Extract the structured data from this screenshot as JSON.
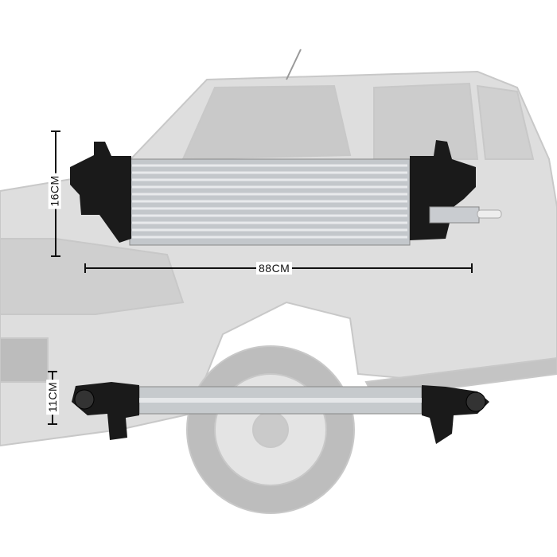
{
  "dimensions": {
    "height_label": "16CM",
    "length_label": "88CM",
    "depth_label": "11CM"
  },
  "colors": {
    "truck": "#d9d9d9",
    "core": "#b9bec3",
    "tank": "#1a1a1a",
    "line": "#111111"
  }
}
